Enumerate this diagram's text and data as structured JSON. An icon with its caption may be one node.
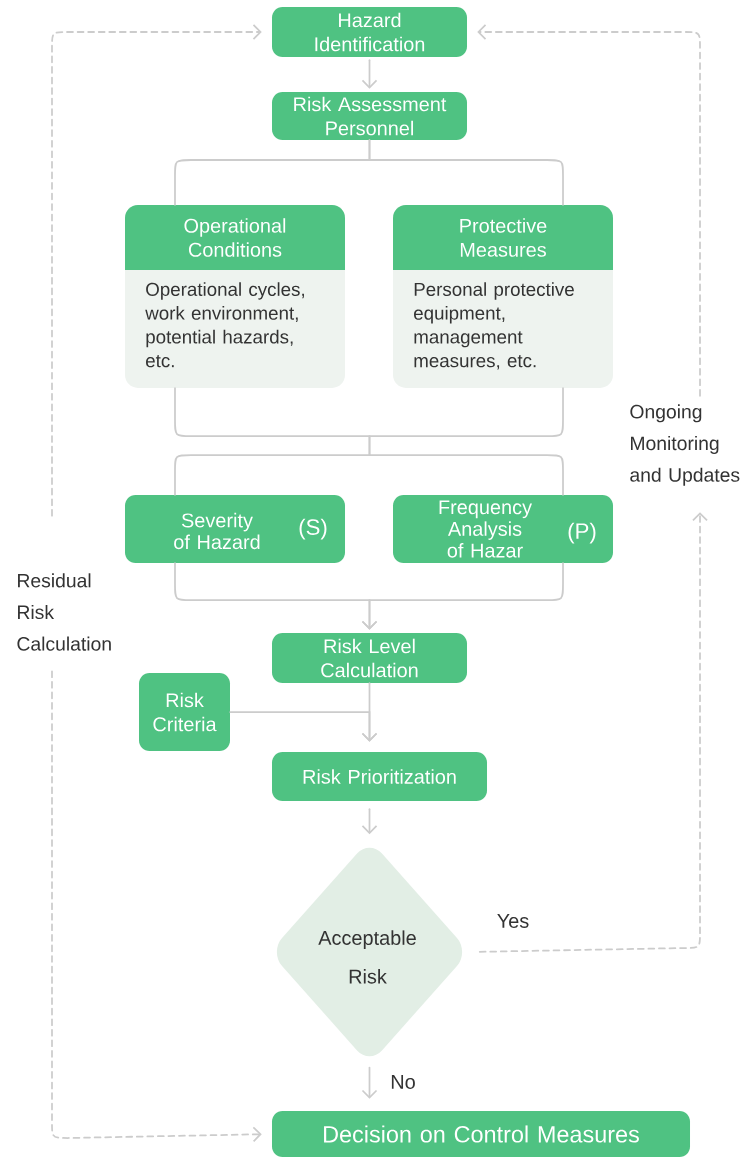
{
  "diagram": {
    "nodes": [
      {
        "text": [
          "Hazard Identification"
        ]
      },
      {
        "text": [
          "Risk Assessment Personnel"
        ]
      },
      {
        "text": [
          "Operational Conditions",
          "Operational cycles, work environment, potential hazards, etc."
        ]
      },
      {
        "text": [
          "Protective Measures",
          "Personal protective equipment, management measures, etc."
        ]
      },
      {
        "text": [
          "Severity of Hazard",
          "(S)"
        ]
      },
      {
        "text": [
          "Frequency Analysis of Hazar",
          "(P)"
        ]
      },
      {
        "text": [
          "Risk Level Calculation"
        ]
      },
      {
        "text": [
          "Risk Criteria"
        ]
      },
      {
        "text": [
          "Risk Prioritization"
        ]
      },
      {
        "text": [
          "Acceptable Risk"
        ]
      },
      {
        "text": [
          "Decision on Control Measures"
        ]
      },
      {
        "text": [
          "Ongoing Monitoring and Updates"
        ]
      },
      {
        "text": [
          "Residual Risk Calculation"
        ]
      }
    ],
    "edges": [
      {
        "from": 0,
        "to": 1,
        "arrow": "to"
      },
      {
        "from": 1,
        "to": 2,
        "arrow": "none"
      },
      {
        "from": 1,
        "to": 3,
        "arrow": "none"
      },
      {
        "from": 2,
        "to": 4,
        "arrow": "none"
      },
      {
        "from": 2,
        "to": 5,
        "arrow": "none"
      },
      {
        "from": 3,
        "to": 4,
        "arrow": "none"
      },
      {
        "from": 3,
        "to": 5,
        "arrow": "none"
      },
      {
        "from": 4,
        "to": 6,
        "arrow": "to"
      },
      {
        "from": 5,
        "to": 6,
        "arrow": "to"
      },
      {
        "from": 6,
        "to": 8,
        "arrow": "to"
      },
      {
        "from": 7,
        "to": 8,
        "arrow": "to"
      },
      {
        "from": 8,
        "to": 9,
        "arrow": "to"
      },
      {
        "from": 9,
        "to": 10,
        "arrow": "to",
        "label": "No"
      },
      {
        "from": 9,
        "to": 11,
        "arrow": "to",
        "label": "Yes",
        "style": "dashed"
      },
      {
        "from": 11,
        "to": 0,
        "arrow": "to",
        "style": "dashed"
      },
      {
        "from": 12,
        "to": 0,
        "arrow": "to",
        "style": "dashed"
      },
      {
        "from": 12,
        "to": 10,
        "arrow": "to",
        "style": "dashed"
      }
    ]
  }
}
